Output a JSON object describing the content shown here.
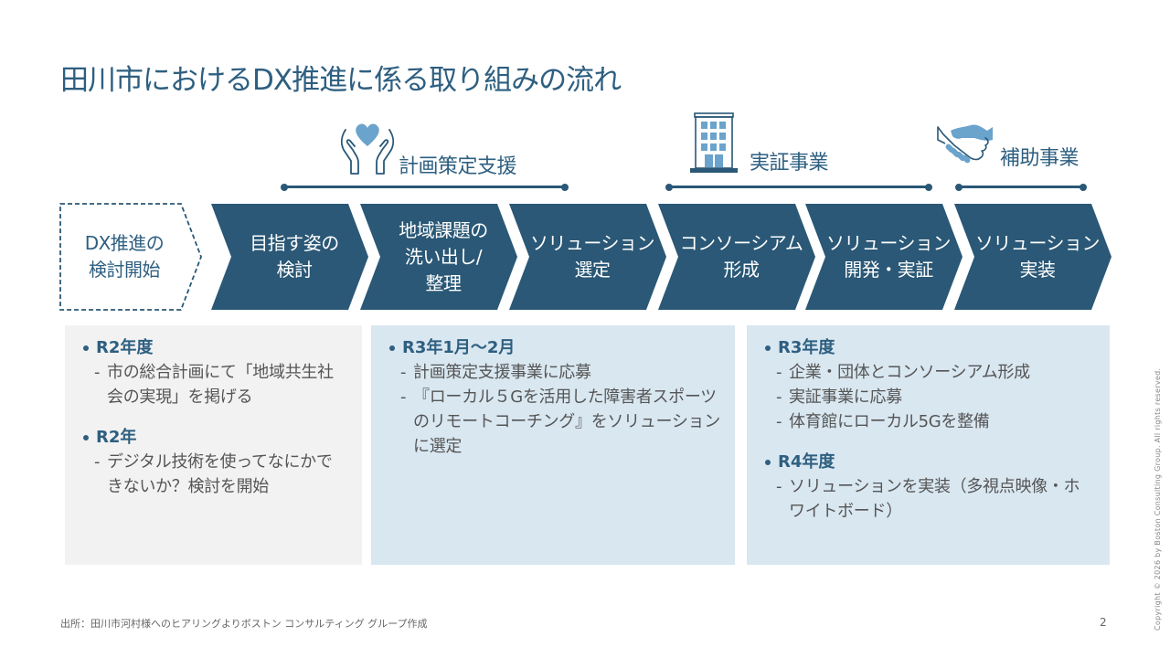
{
  "title": "田川市におけるDX推進に係る取り組みの流れ",
  "phases": [
    {
      "label": "計画策定支援",
      "icon": "hands-heart-icon"
    },
    {
      "label": "実証事業",
      "icon": "building-icon"
    },
    {
      "label": "補助事業",
      "icon": "handshake-icon"
    }
  ],
  "steps": [
    {
      "label": "DX推進の\n検討開始",
      "style": "dashed-outline"
    },
    {
      "label": "目指す姿の\n検討",
      "style": "filled"
    },
    {
      "label": "地域課題の\n洗い出し/\n整理",
      "style": "filled"
    },
    {
      "label": "ソリューション\n選定",
      "style": "filled"
    },
    {
      "label": "コンソーシアム\n形成",
      "style": "filled"
    },
    {
      "label": "ソリューション\n開発・実証",
      "style": "filled"
    },
    {
      "label": "ソリューション\n実装",
      "style": "filled"
    }
  ],
  "boxes": [
    {
      "groups": [
        {
          "heading": "R2年度",
          "items": [
            "市の総合計画にて「地域共生社会の実現」を掲げる"
          ]
        },
        {
          "heading": " R2年",
          "items": [
            "デジタル技術を使ってなにかできないか？検討を開始"
          ]
        }
      ]
    },
    {
      "groups": [
        {
          "heading": "R3年1月～2月",
          "items": [
            "計画策定支援事業に応募",
            "『ローカル５Gを活用した障害者スポーツのリモートコーチング』をソリューションに選定"
          ]
        }
      ]
    },
    {
      "groups": [
        {
          "heading": "R3年度",
          "items": [
            "企業・団体とコンソーシアム形成",
            "実証事業に応募",
            "体育館にローカル5Gを整備"
          ]
        },
        {
          "heading": "R4年度",
          "items": [
            "ソリューションを実装（多視点映像・ホワイトボード）"
          ]
        }
      ]
    }
  ],
  "footer": {
    "source": "出所：田川市河村様へのヒアリングよりボストン コンサルティング グループ作成",
    "page_number": "2",
    "copyright": "Copyright © 2026 by Boston Consulting Group. All rights reserved."
  },
  "colors": {
    "primary": "#2a5876",
    "icon_accent": "#6aa3cc",
    "box_gray": "#f2f2f2",
    "box_blue": "#d9e7f1"
  }
}
